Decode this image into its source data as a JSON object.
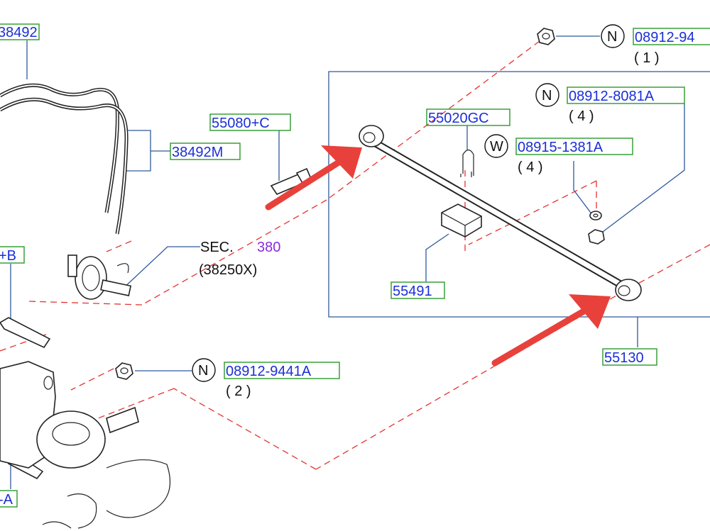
{
  "part_numbers": {
    "p38492_top": "38492",
    "p38492m": "38492M",
    "p55080c": "55080+C",
    "p55020gc": "55020GC",
    "p55491": "55491",
    "p55130": "55130",
    "pB_left": "+B",
    "pA_left": "-A",
    "p08912_94_top": "08912-94",
    "p08912_8081a": "08912-8081A",
    "p08915_1381a": "08915-1381A",
    "p08912_9441a": "08912-9441A"
  },
  "quantities": {
    "q_top": "( 1 )",
    "q_8081": "( 4 )",
    "q_1381": "( 4 )",
    "q_9441": "( 2 )"
  },
  "circle_letters": {
    "n1": "N",
    "n2": "N",
    "w1": "W",
    "n3": "N"
  },
  "section_ref": {
    "prefix": "SEC.",
    "number": "380",
    "sub": "(38250X)"
  },
  "colors": {
    "label_text": "#1a2fd6",
    "label_box": "#2a9a2a",
    "leader": "#2f5b9a",
    "phantom_line": "#e53232",
    "highlight_arrow": "#e8413b",
    "section_number": "#8a2be2"
  }
}
